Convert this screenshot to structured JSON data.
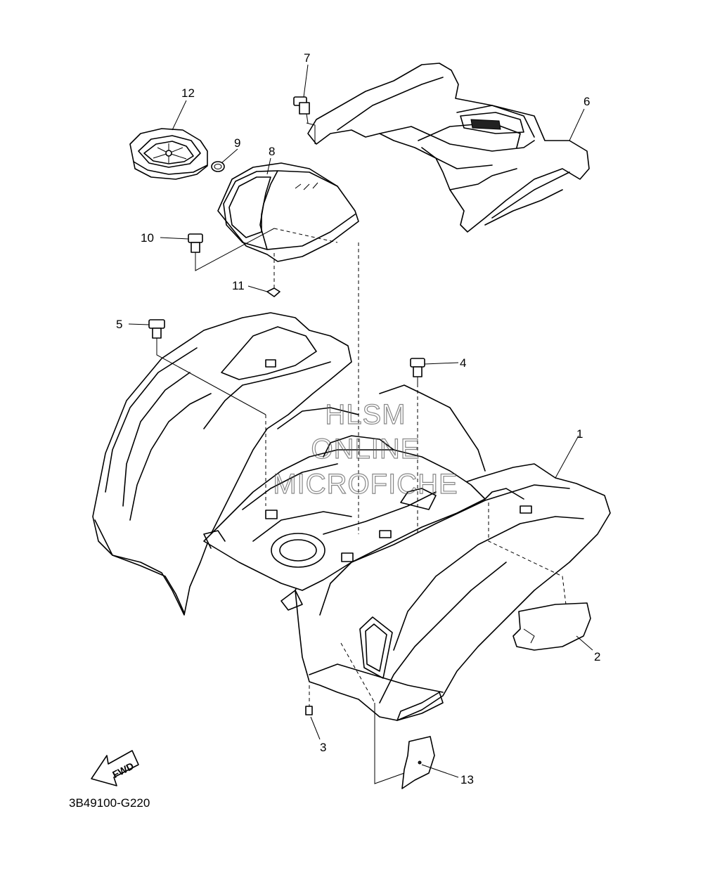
{
  "diagram_code": "3B49100-G220",
  "fwd_label": "FWD",
  "watermark": [
    "HLSM",
    "ONLINE",
    "MICROFICHE"
  ],
  "callouts": [
    "1",
    "2",
    "3",
    "4",
    "5",
    "6",
    "7",
    "8",
    "9",
    "10",
    "11",
    "12",
    "13"
  ]
}
